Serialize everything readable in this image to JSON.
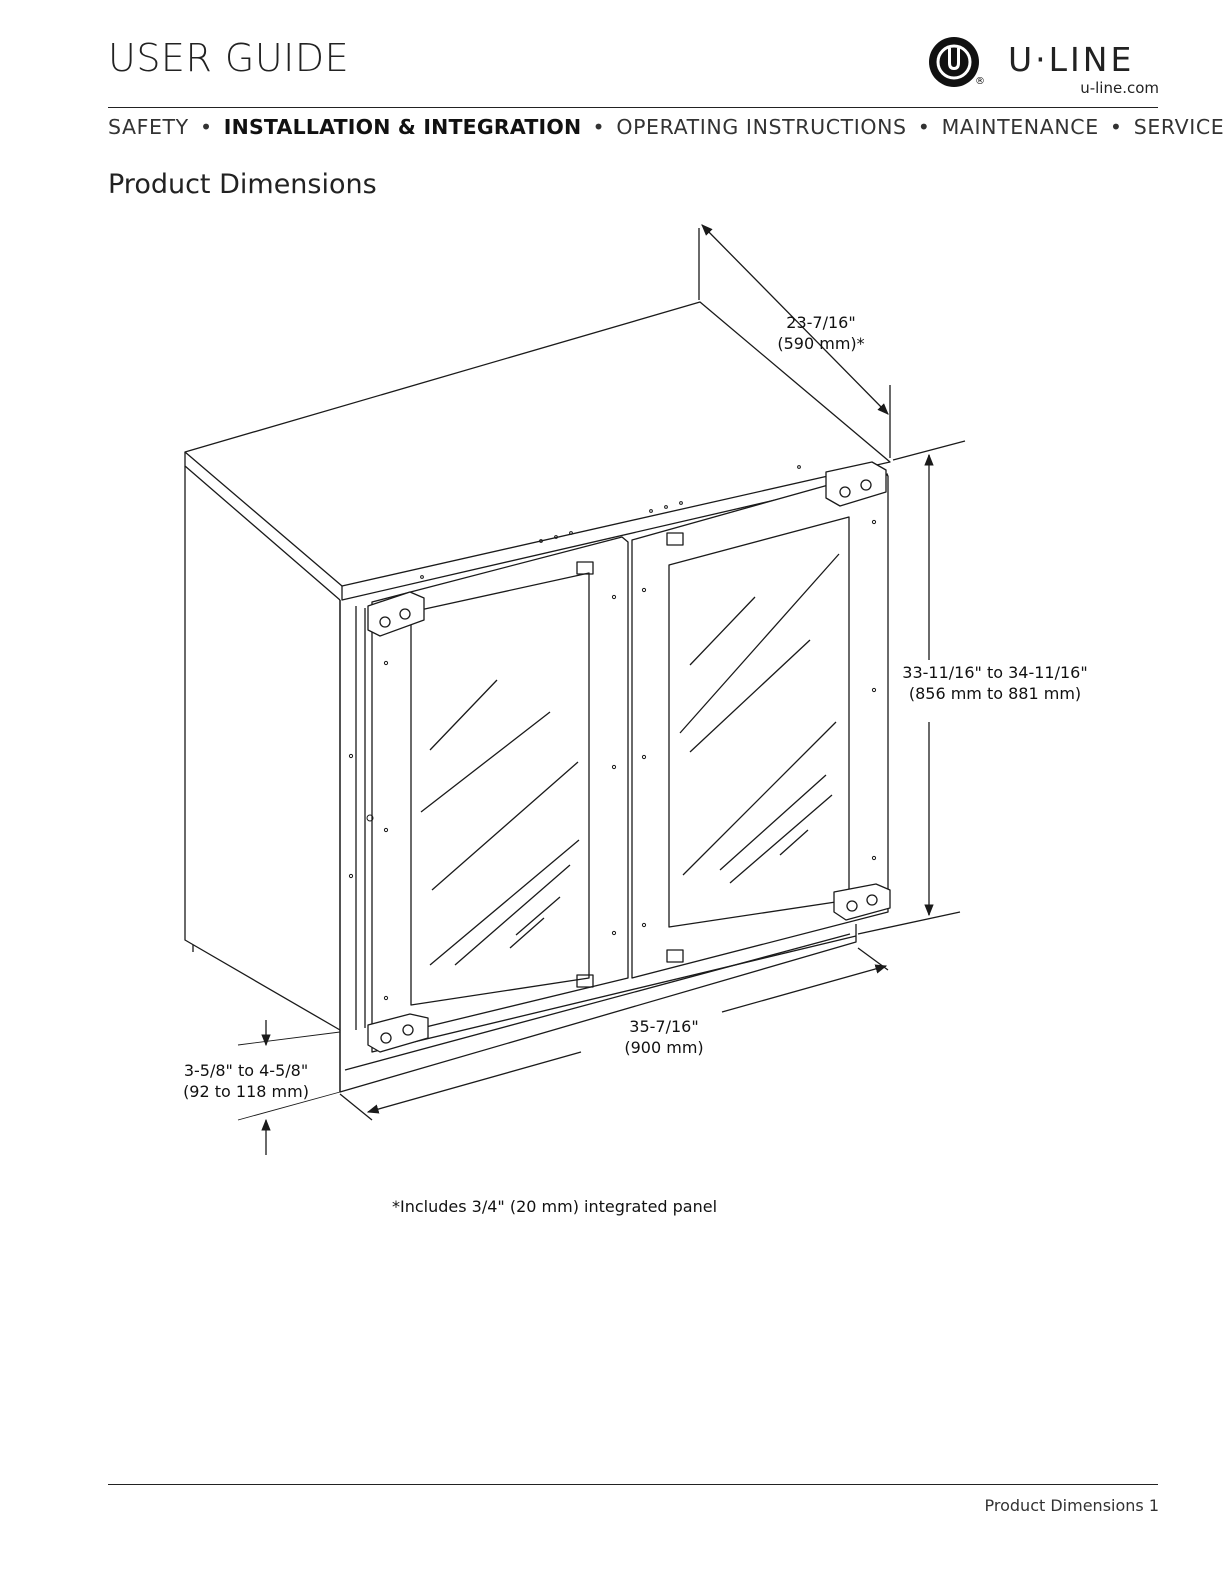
{
  "header": {
    "title": "USER GUIDE",
    "brand": "U·LINE",
    "brand_mark": "®",
    "url": "u-line.com"
  },
  "nav": {
    "items": [
      "SAFETY",
      "INSTALLATION & INTEGRATION",
      "OPERATING INSTRUCTIONS",
      "MAINTENANCE",
      "SERVICE"
    ],
    "active_index": 1,
    "separator": "•"
  },
  "section": {
    "title": "Product Dimensions"
  },
  "dimensions": {
    "depth": {
      "imperial": "23-7/16\"",
      "metric": "(590 mm)*"
    },
    "height": {
      "imperial": "33-11/16\" to 34-11/16\"",
      "metric": "(856 mm to 881 mm)"
    },
    "width": {
      "imperial": "35-7/16\"",
      "metric": "(900 mm)"
    },
    "toe_kick": {
      "imperial": "3-5/8\" to 4-5/8\"",
      "metric": "(92 to 118 mm)"
    }
  },
  "footnote": "*Includes 3/4\" (20 mm) integrated panel",
  "footer": {
    "page_label": "Product Dimensions 1"
  },
  "colors": {
    "line": "#1a1a1a",
    "background": "#ffffff"
  }
}
